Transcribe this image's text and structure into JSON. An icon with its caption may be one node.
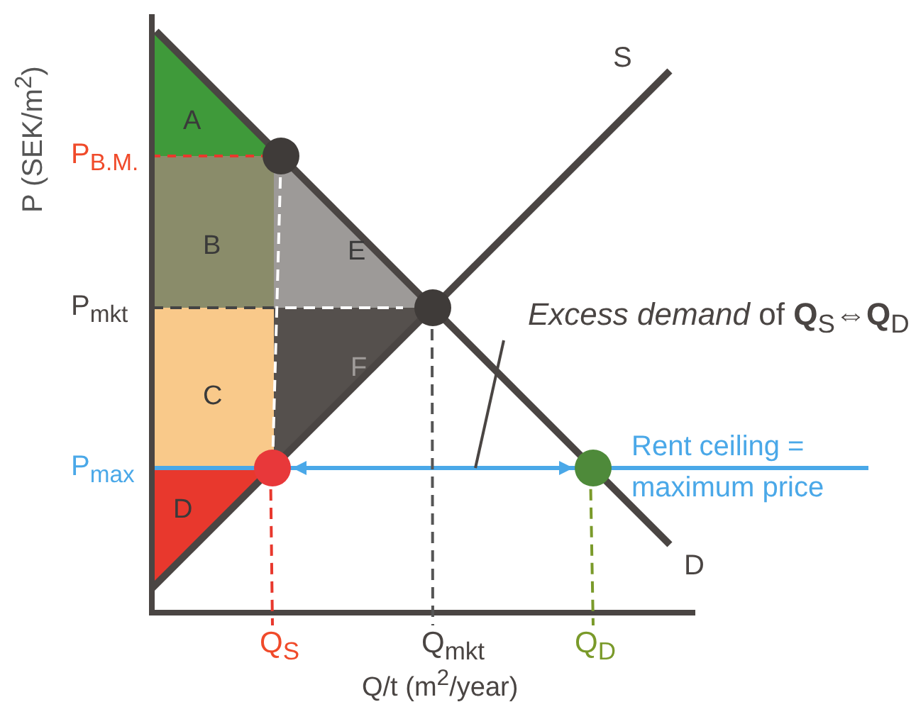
{
  "diagram": {
    "nodes": [
      {
        "text": [],
        "shape": "circle"
      },
      {
        "text": [],
        "shape": "circle"
      },
      {
        "text": [
          "*Excess demand* of **Q**$_{S}$⇔**Q**$_{D}$."
        ]
      },
      {
        "text": [],
        "shape": "circle"
      },
      {
        "text": [],
        "shape": "circle"
      },
      {
        "text": [
          "Q$_{S}$"
        ]
      },
      {
        "text": [
          "Q$_{mkt}$"
        ]
      },
      {
        "text": [
          "Q$_{D}$"
        ]
      }
    ],
    "edges": [
      {
        "from": 3,
        "to": 4,
        "arrow": "both",
        "color": "#4aa8e8"
      },
      {
        "from": 2,
        "to": null,
        "arrow": "none",
        "color": "#4a4543"
      },
      {
        "from": 0,
        "to": 3,
        "arrow": "none",
        "style": "dashed",
        "color": "#ffffff"
      },
      {
        "from": 3,
        "to": 5,
        "arrow": "none",
        "style": "dashed",
        "color": "#e8382d"
      },
      {
        "from": 1,
        "to": 6,
        "arrow": "none",
        "style": "dashed",
        "color": "#555555"
      },
      {
        "from": 4,
        "to": 7,
        "arrow": "none",
        "style": "dashed",
        "color": "#7a9a2a"
      }
    ],
    "labels": [
      "P (SEK/m$^{2}$)",
      "S",
      "A",
      "P$_{B.M.}$",
      "B",
      "E",
      "P$_{mkt}$",
      "F",
      "C",
      "Rent ceiling = maximum price",
      "P$_{max}$",
      "D",
      "D",
      "Q/t (m$^{2}$/year)"
    ]
  }
}
